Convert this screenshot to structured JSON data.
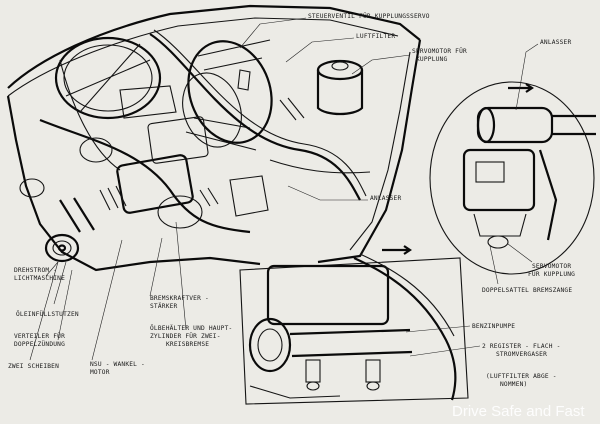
{
  "labels": {
    "steuerventil": "STEUERVENTIL FÜR KUPPLUNGSSERVO",
    "luftfilter": "LUFTFILTER",
    "servomotor_top_1": "SERVOMOTOR FÜR",
    "servomotor_top_2": "KUPPLUNG",
    "anlasser_top": "ANLASSER",
    "anlasser_mid": "ANLASSER",
    "drehstrom_1": "DREHSTROM -",
    "drehstrom_2": "LICHTMASCHINE",
    "oelfuell": "ÖLEINFÜLLSTUTZEN",
    "verteiler_1": "VERTEILER FÜR",
    "verteiler_2": "DOPPELZÜNDUNG",
    "zwei_scheiben": "ZWEI SCHEIBEN",
    "nsu_1": "NSU - WANKEL -",
    "nsu_2": "MOTOR",
    "bremskraft_1": "BREMSKRAFTVER -",
    "bremskraft_2": "STÄRKER",
    "oelbehaelter_1": "ÖLBEHÄLTER UND HAUPT-",
    "oelbehaelter_2": "ZYLINDER FÜR ZWEI-",
    "oelbehaelter_3": "KREISBREMSE",
    "servomotor_r_1": "SERVOMOTOR",
    "servomotor_r_2": "FÜR KUPPLUNG",
    "doppelsattel": "DOPPELSATTEL BREMSZANGE",
    "benzinpumpe": "BENZINPUMPE",
    "register_1": "2 REGISTER - FLACH -",
    "register_2": "STROMVERGASER",
    "luftfilter_abg_1": "(LUFTFILTER ABGE -",
    "luftfilter_abg_2": "NOMMEN)"
  },
  "watermark": "Drive Safe and Fast",
  "colors": {
    "paper": "#ecebe6",
    "ink": "#151515"
  }
}
